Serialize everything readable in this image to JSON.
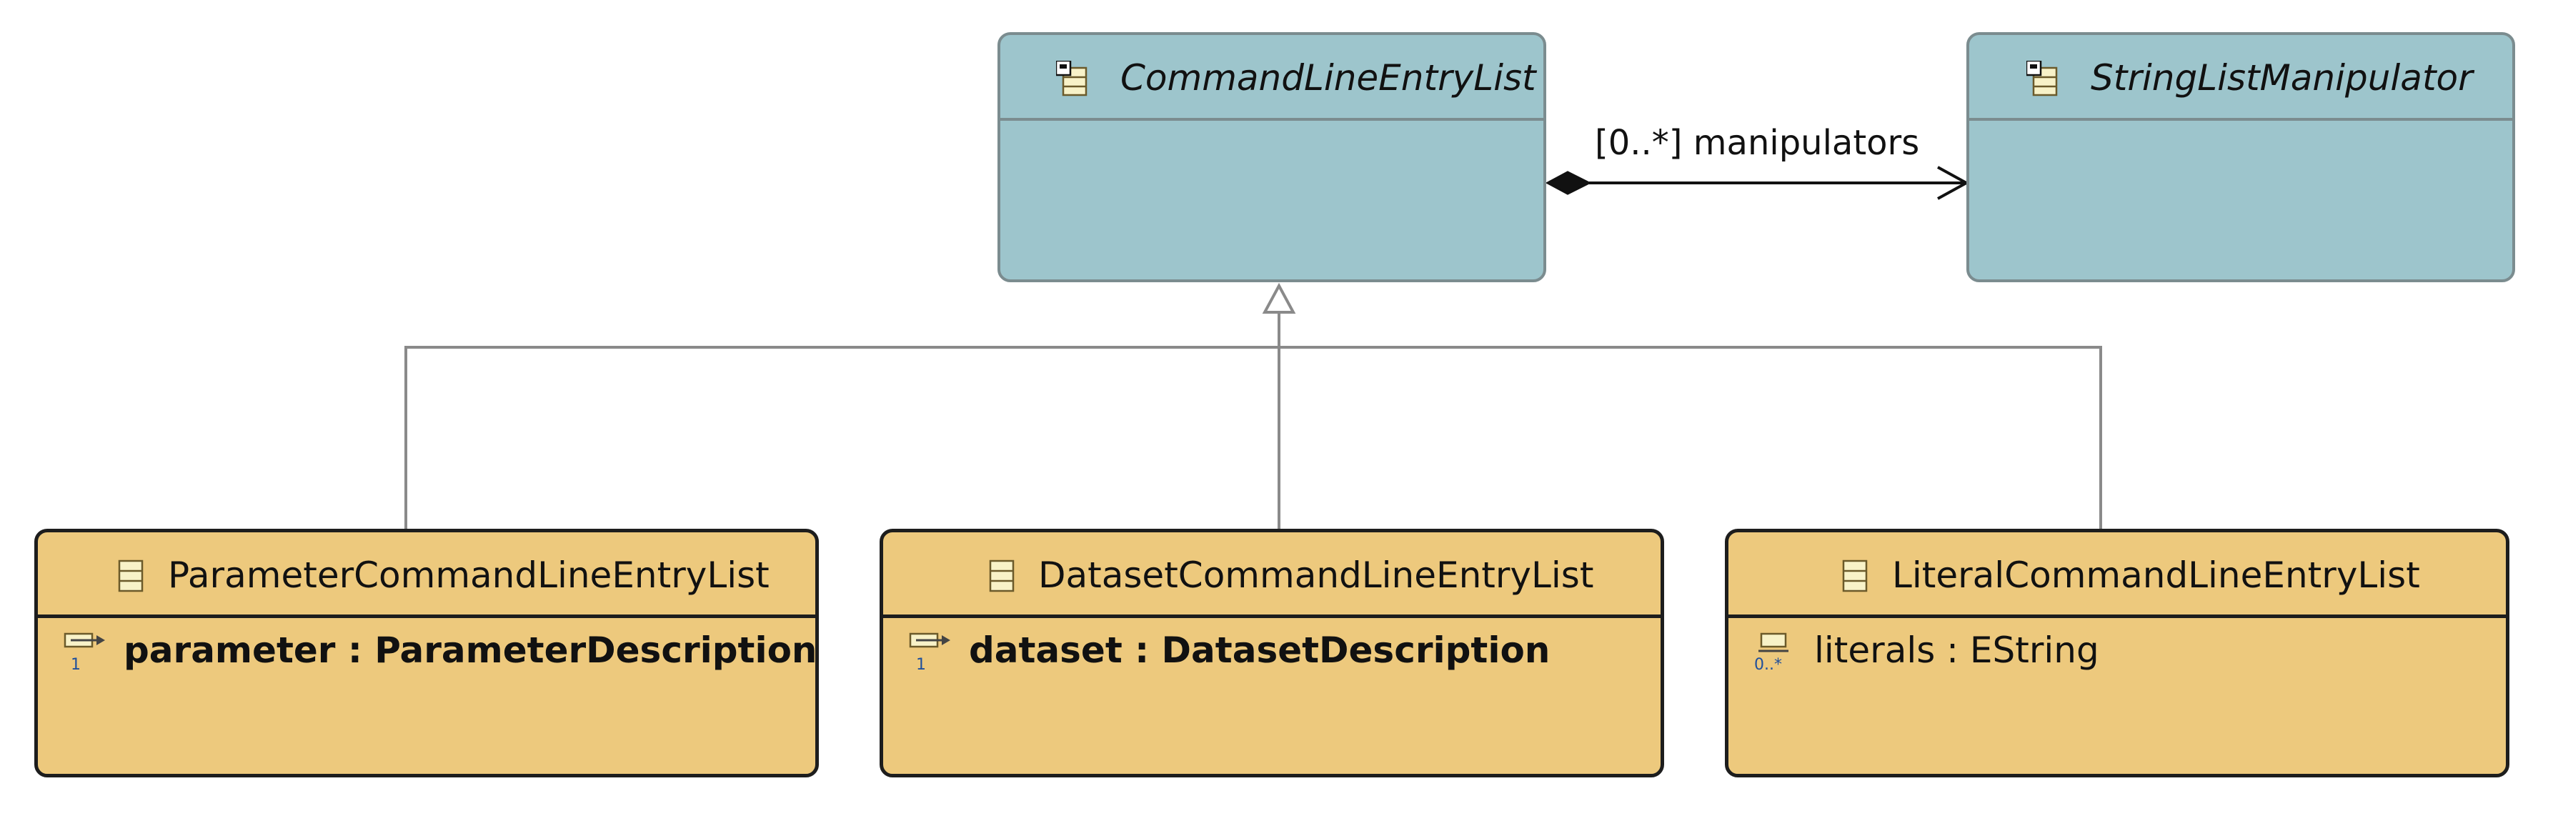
{
  "classes": {
    "command_line_entry_list": {
      "name": "CommandLineEntryList",
      "kind": "abstract",
      "fill": "#9dc5cc",
      "icon": "abstract-class-icon"
    },
    "string_list_manipulator": {
      "name": "StringListManipulator",
      "kind": "abstract",
      "fill": "#9dc5cc",
      "icon": "abstract-class-icon"
    },
    "parameter_command_line_entry_list": {
      "name": "ParameterCommandLineEntryList",
      "kind": "concrete",
      "fill": "#edc97d",
      "icon": "class-icon",
      "attributes": [
        {
          "text": "parameter : ParameterDescription",
          "multiplicity": "1",
          "icon": "reference-attribute-icon"
        }
      ]
    },
    "dataset_command_line_entry_list": {
      "name": "DatasetCommandLineEntryList",
      "kind": "concrete",
      "fill": "#edc97d",
      "icon": "class-icon",
      "attributes": [
        {
          "text": "dataset : DatasetDescription",
          "multiplicity": "1",
          "icon": "reference-attribute-icon"
        }
      ]
    },
    "literal_command_line_entry_list": {
      "name": "LiteralCommandLineEntryList",
      "kind": "concrete",
      "fill": "#edc97d",
      "icon": "class-icon",
      "attributes": [
        {
          "text": "literals : EString",
          "multiplicity": "0..*",
          "icon": "attribute-icon"
        }
      ]
    }
  },
  "relations": [
    {
      "type": "composition",
      "from": "CommandLineEntryList",
      "to": "StringListManipulator",
      "label": "[0..*] manipulators"
    },
    {
      "type": "generalization",
      "from": "ParameterCommandLineEntryList",
      "to": "CommandLineEntryList"
    },
    {
      "type": "generalization",
      "from": "DatasetCommandLineEntryList",
      "to": "CommandLineEntryList"
    },
    {
      "type": "generalization",
      "from": "LiteralCommandLineEntryList",
      "to": "CommandLineEntryList"
    }
  ],
  "colors": {
    "abstract_fill": "#9dc5cc",
    "abstract_border": "#7b8c8f",
    "concrete_fill": "#edc97d",
    "concrete_border": "#1d1d1d",
    "connector": "#8a8a8a",
    "association": "#111111"
  }
}
